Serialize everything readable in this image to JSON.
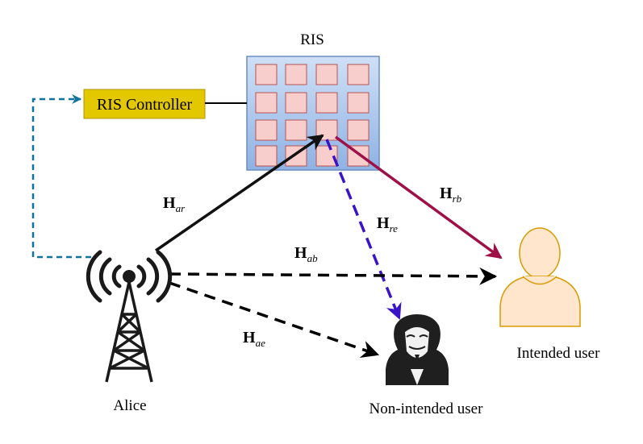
{
  "ris": {
    "title": "RIS"
  },
  "controller": {
    "label": "RIS Controller"
  },
  "nodes": {
    "alice": "Alice",
    "intended_user": "Intended user",
    "non_intended_user": "Non-intended user"
  },
  "channels": [
    {
      "id": "ar",
      "main": "H",
      "sub": "ar",
      "color": "#111111",
      "style": "solid"
    },
    {
      "id": "rb",
      "main": "H",
      "sub": "rb",
      "color": "#9e1047",
      "style": "solid"
    },
    {
      "id": "re",
      "main": "H",
      "sub": "re",
      "color": "#3a13c8",
      "style": "dashed"
    },
    {
      "id": "ab",
      "main": "H",
      "sub": "ab",
      "color": "#000000",
      "style": "dashed"
    },
    {
      "id": "ae",
      "main": "H",
      "sub": "ae",
      "color": "#000000",
      "style": "dashed"
    }
  ],
  "colors": {
    "ris_fill_top": "#cfe0f6",
    "ris_fill_bottom": "#8fb2e4",
    "ris_cell": "#f8cecc",
    "ris_cell_border": "#b85450",
    "controller_fill": "#e3c800",
    "controller_border": "#b09500",
    "control_link": "#10739e",
    "user_fill": "#ffe6cc",
    "user_border": "#d79b00"
  }
}
